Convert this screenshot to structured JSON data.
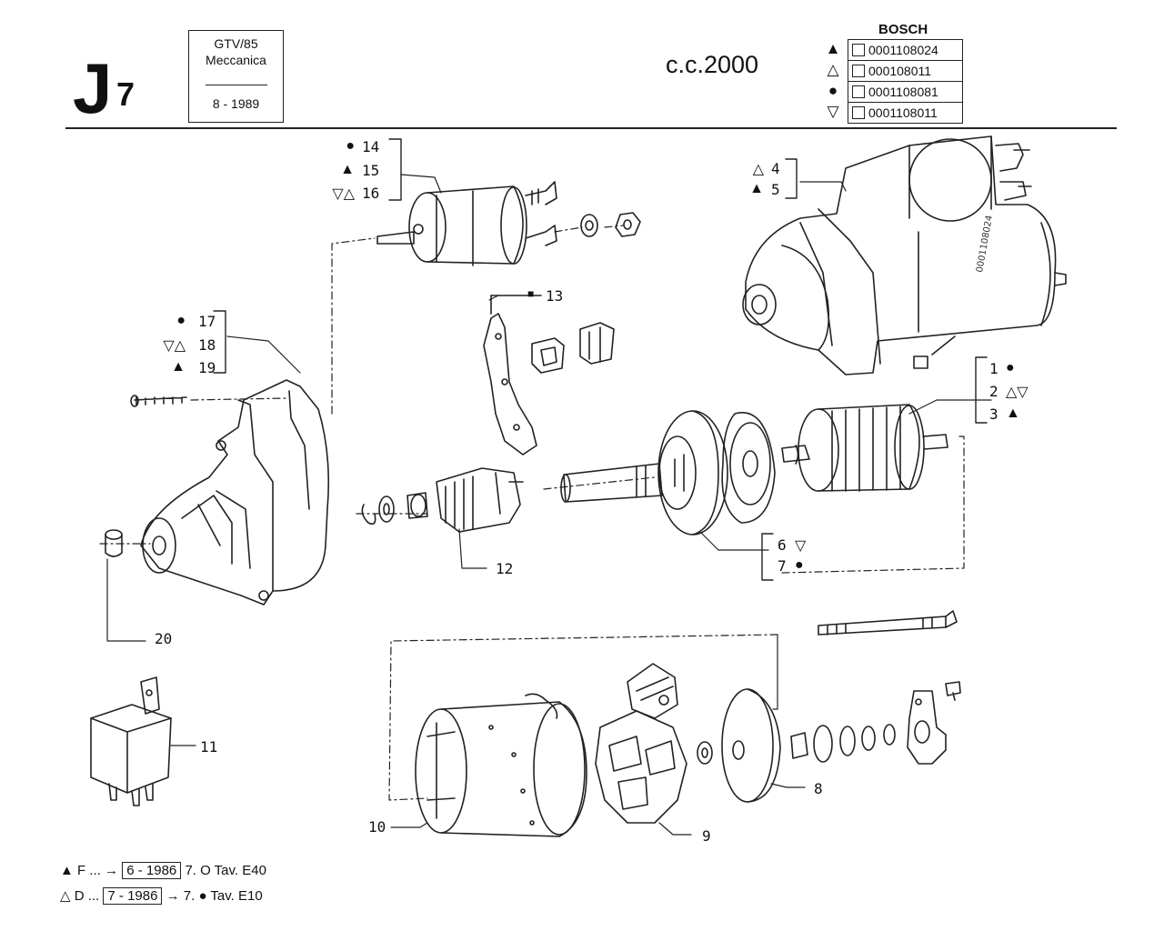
{
  "header": {
    "page_letter": "J",
    "page_subscript": "7",
    "model": "GTV/85",
    "section": "Meccanica",
    "date": "8 - 1989",
    "engine": "c.c.2000"
  },
  "bosch": {
    "title": "BOSCH",
    "rows": [
      {
        "symbol": "▲",
        "code": "0001108024"
      },
      {
        "symbol": "△",
        "code": "000108011"
      },
      {
        "symbol": "●",
        "code": "0001108081"
      },
      {
        "symbol": "▽",
        "code": "0001108011"
      }
    ]
  },
  "labels": {
    "g14": [
      {
        "sym": "●",
        "num": "14"
      },
      {
        "sym": "▲",
        "num": "15"
      },
      {
        "sym": "▽△",
        "num": "16"
      }
    ],
    "g4": [
      {
        "sym": "△",
        "num": "4"
      },
      {
        "sym": "▲",
        "num": "5"
      }
    ],
    "g17": [
      {
        "sym": "●",
        "num": "17"
      },
      {
        "sym": "▽△",
        "num": "18"
      },
      {
        "sym": "▲",
        "num": "19"
      }
    ],
    "g1": [
      {
        "num": "1",
        "sym": "●"
      },
      {
        "num": "2",
        "sym": "△▽"
      },
      {
        "num": "3",
        "sym": "▲"
      }
    ],
    "g6": [
      {
        "num": "6",
        "sym": "▽"
      },
      {
        "num": "7",
        "sym": "●"
      }
    ],
    "n13": "13",
    "n12": "12",
    "n20": "20",
    "n11": "11",
    "n10": "10",
    "n9": "9",
    "n8": "8"
  },
  "notes": {
    "n1_sym": "▲",
    "n1_text": "F ...",
    "n1_date": "6 - 1986",
    "n1_tail": "7. O Tav. E40",
    "n2_sym": "△",
    "n2_text": "D ...",
    "n2_date": "7 - 1986",
    "n2_tail": "7. ● Tav. E10"
  }
}
